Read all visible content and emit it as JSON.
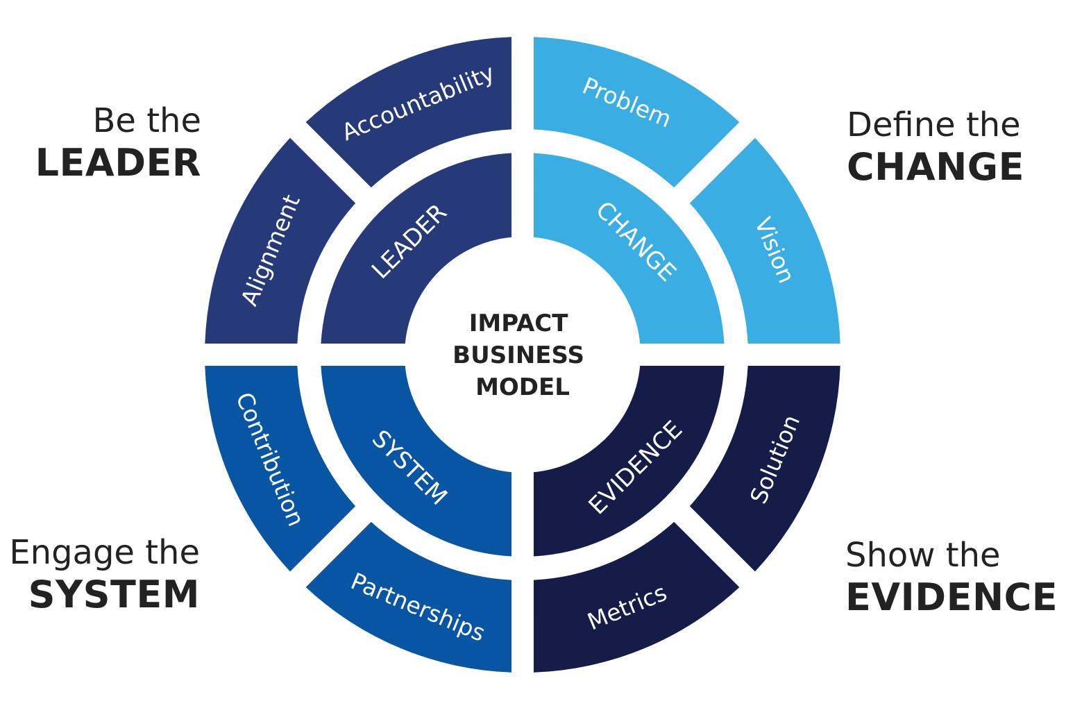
{
  "center_label": [
    "IMPACT",
    "BUSINESS",
    "MODEL"
  ],
  "colors": {
    "leader": "#263a7a",
    "change": "#3aaee2",
    "system": "#0855a3",
    "evidence": "#141c47",
    "text_light": "#ffffff",
    "text_dark": "#222222"
  },
  "quadrants": [
    {
      "key": "leader",
      "inner_label": "LEADER",
      "outer_labels": [
        "Alignment",
        "Accountability"
      ],
      "corner": {
        "line1": "Be the",
        "line2": "LEADER"
      }
    },
    {
      "key": "change",
      "inner_label": "CHANGE",
      "outer_labels": [
        "Problem",
        "Vision"
      ],
      "corner": {
        "line1": "Define the",
        "line2": "CHANGE"
      }
    },
    {
      "key": "evidence",
      "inner_label": "EVIDENCE",
      "outer_labels": [
        "Solution",
        "Metrics"
      ],
      "corner": {
        "line1": "Show the",
        "line2": "EVIDENCE"
      }
    },
    {
      "key": "system",
      "inner_label": "SYSTEM",
      "outer_labels": [
        "Partnerships",
        "Contribution"
      ],
      "corner": {
        "line1": "Engage the",
        "line2": "SYSTEM"
      }
    }
  ]
}
